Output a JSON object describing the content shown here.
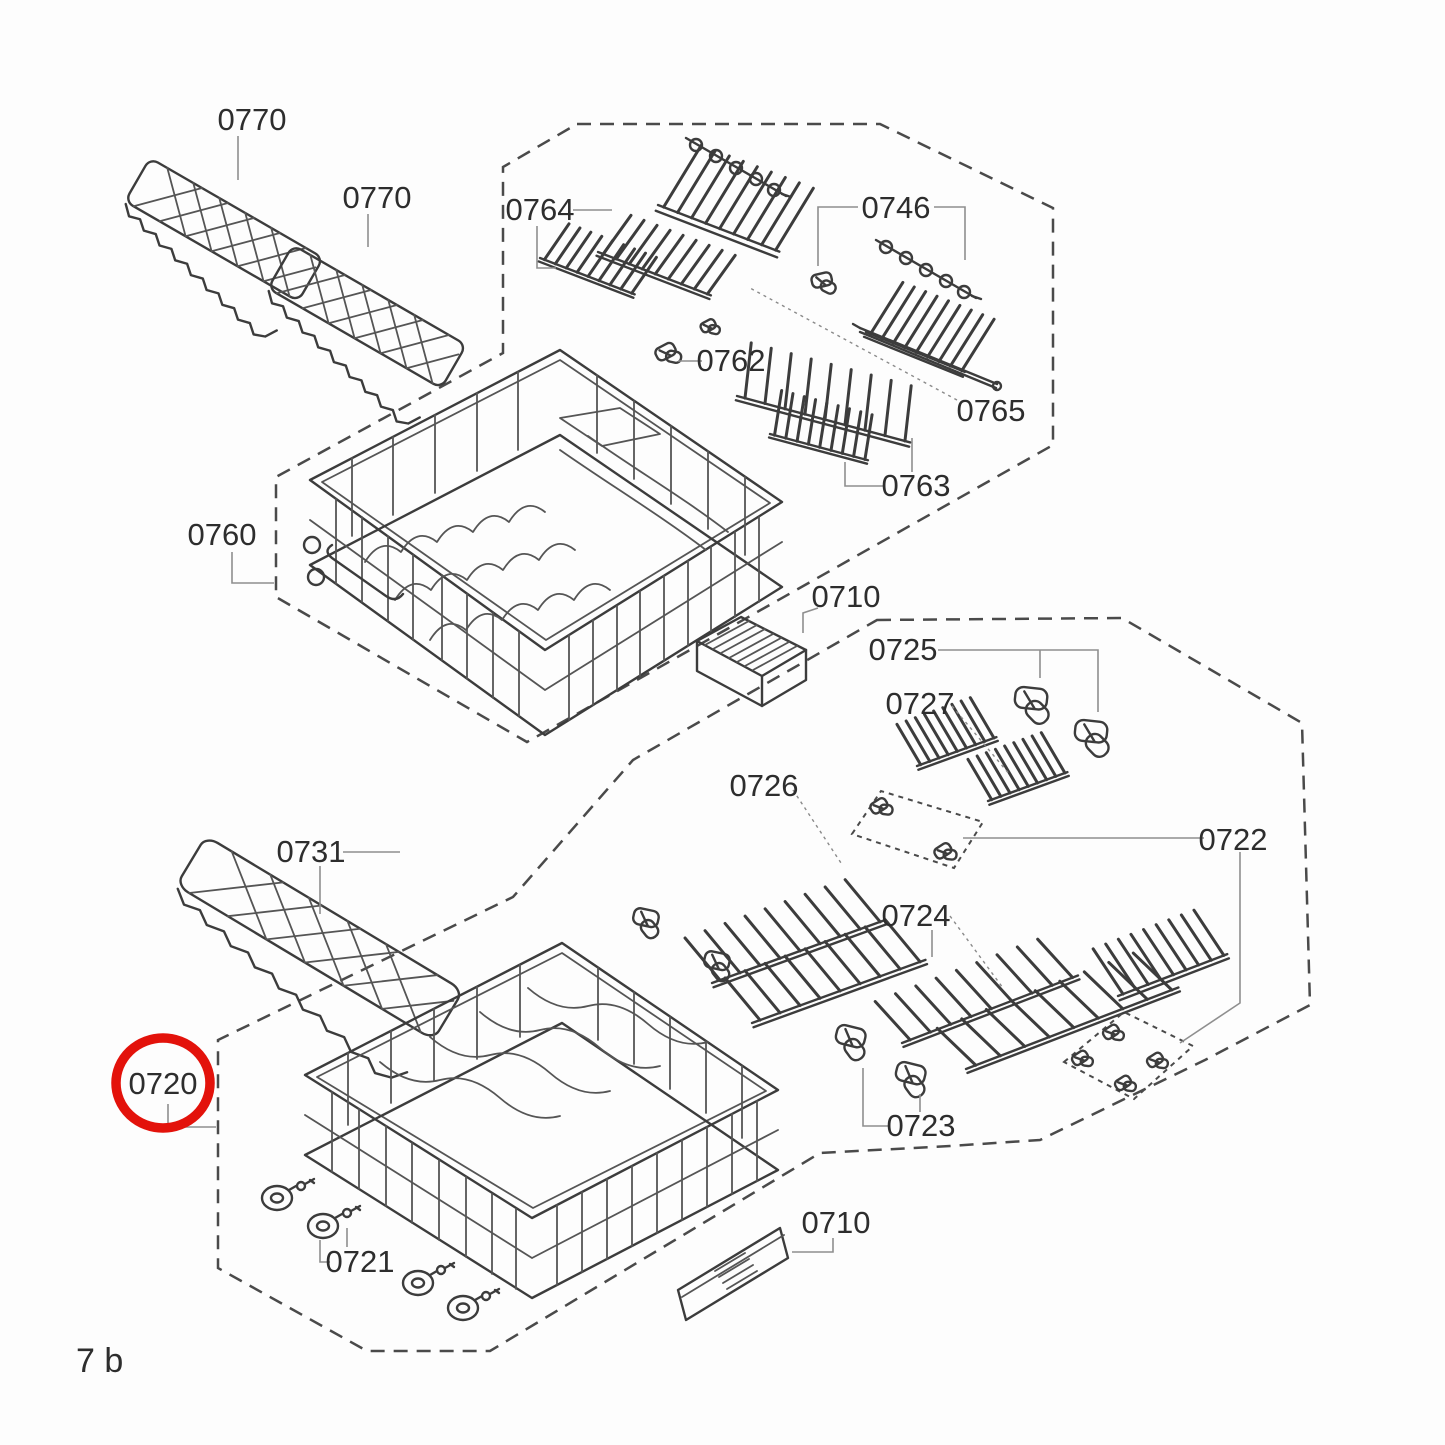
{
  "diagram": {
    "title": "exploded-parts-diagram dishwasher baskets",
    "footer_label": "7 b",
    "highlight": {
      "part": "0720",
      "color": "#e3120b"
    },
    "labels": {
      "l0770a": {
        "text": "0770"
      },
      "l0770b": {
        "text": "0770"
      },
      "l0764": {
        "text": "0764"
      },
      "l0746": {
        "text": "0746"
      },
      "l0762": {
        "text": "0762"
      },
      "l0765": {
        "text": "0765"
      },
      "l0763": {
        "text": "0763"
      },
      "l0760": {
        "text": "0760"
      },
      "l0710u": {
        "text": "0710"
      },
      "l0725": {
        "text": "0725"
      },
      "l0727": {
        "text": "0727"
      },
      "l0726": {
        "text": "0726"
      },
      "l0722": {
        "text": "0722"
      },
      "l0724": {
        "text": "0724"
      },
      "l0723": {
        "text": "0723"
      },
      "l0720": {
        "text": "0720"
      },
      "l0731": {
        "text": "0731"
      },
      "l0721": {
        "text": "0721"
      },
      "l0710b": {
        "text": "0710"
      }
    }
  }
}
